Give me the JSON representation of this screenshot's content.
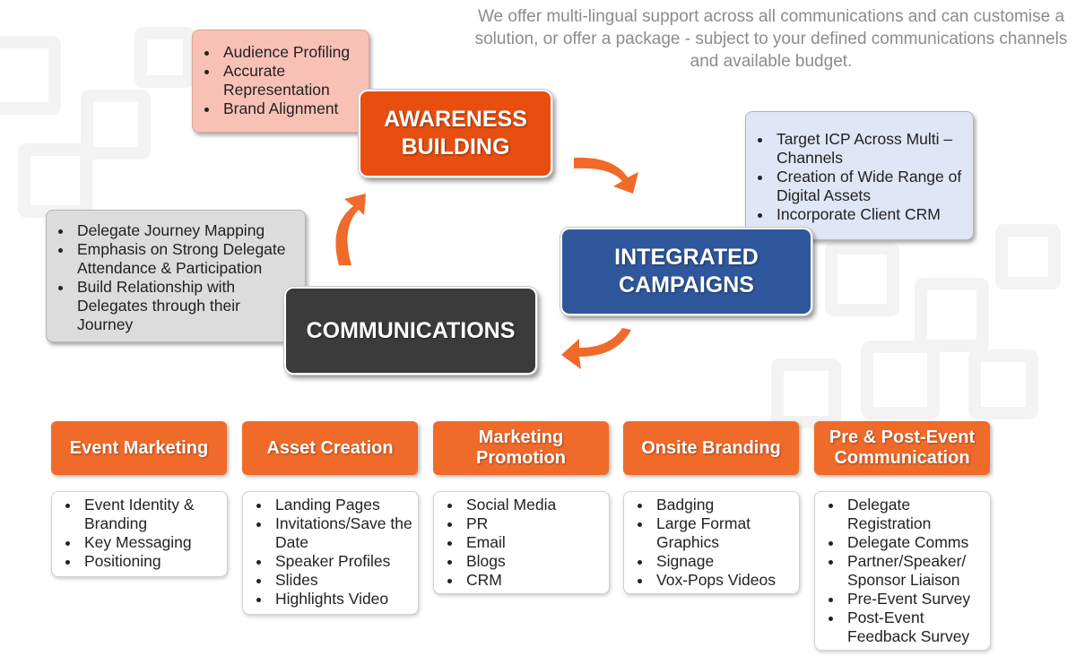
{
  "intro_text": "We offer multi-lingual support across all communications and can customise a solution, or offer a package - subject to your defined communications channels and available budget.",
  "cycle": {
    "awareness": {
      "title": "AWARENESS BUILDING",
      "bullets": [
        "Audience Profiling",
        "Accurate Representation",
        "Brand Alignment"
      ]
    },
    "integrated": {
      "title": "INTEGRATED CAMPAIGNS",
      "bullets": [
        "Target ICP Across Multi – Channels",
        "Creation of Wide Range of Digital Assets",
        "Incorporate Client CRM"
      ]
    },
    "communications": {
      "title": "COMMUNICATIONS",
      "bullets": [
        "Delegate Journey Mapping",
        "Emphasis on Strong Delegate Attendance & Participation",
        "Build Relationship with Delegates through their Journey"
      ]
    }
  },
  "categories": [
    {
      "title": "Event Marketing",
      "items": [
        "Event Identity & Branding",
        "Key Messaging",
        "Positioning"
      ]
    },
    {
      "title": "Asset Creation",
      "items": [
        "Landing Pages",
        "Invitations/Save the Date",
        "Speaker Profiles",
        "Slides",
        "Highlights Video"
      ]
    },
    {
      "title": "Marketing Promotion",
      "items": [
        "Social Media",
        "PR",
        "Email",
        "Blogs",
        "CRM"
      ]
    },
    {
      "title": "Onsite Branding",
      "items": [
        "Badging",
        "Large Format Graphics",
        "Signage",
        "Vox-Pops Videos"
      ]
    },
    {
      "title": "Pre & Post-Event Communication",
      "items": [
        "Delegate Registration",
        "Delegate Comms",
        "Partner/Speaker/ Sponsor Liaison",
        "Pre-Event Survey",
        "Post-Event Feedback Survey"
      ]
    }
  ],
  "colors": {
    "orange": "#f06a2a",
    "awareness": "#e84e0f",
    "integrated": "#2f579b",
    "communications": "#3b3b3b"
  }
}
